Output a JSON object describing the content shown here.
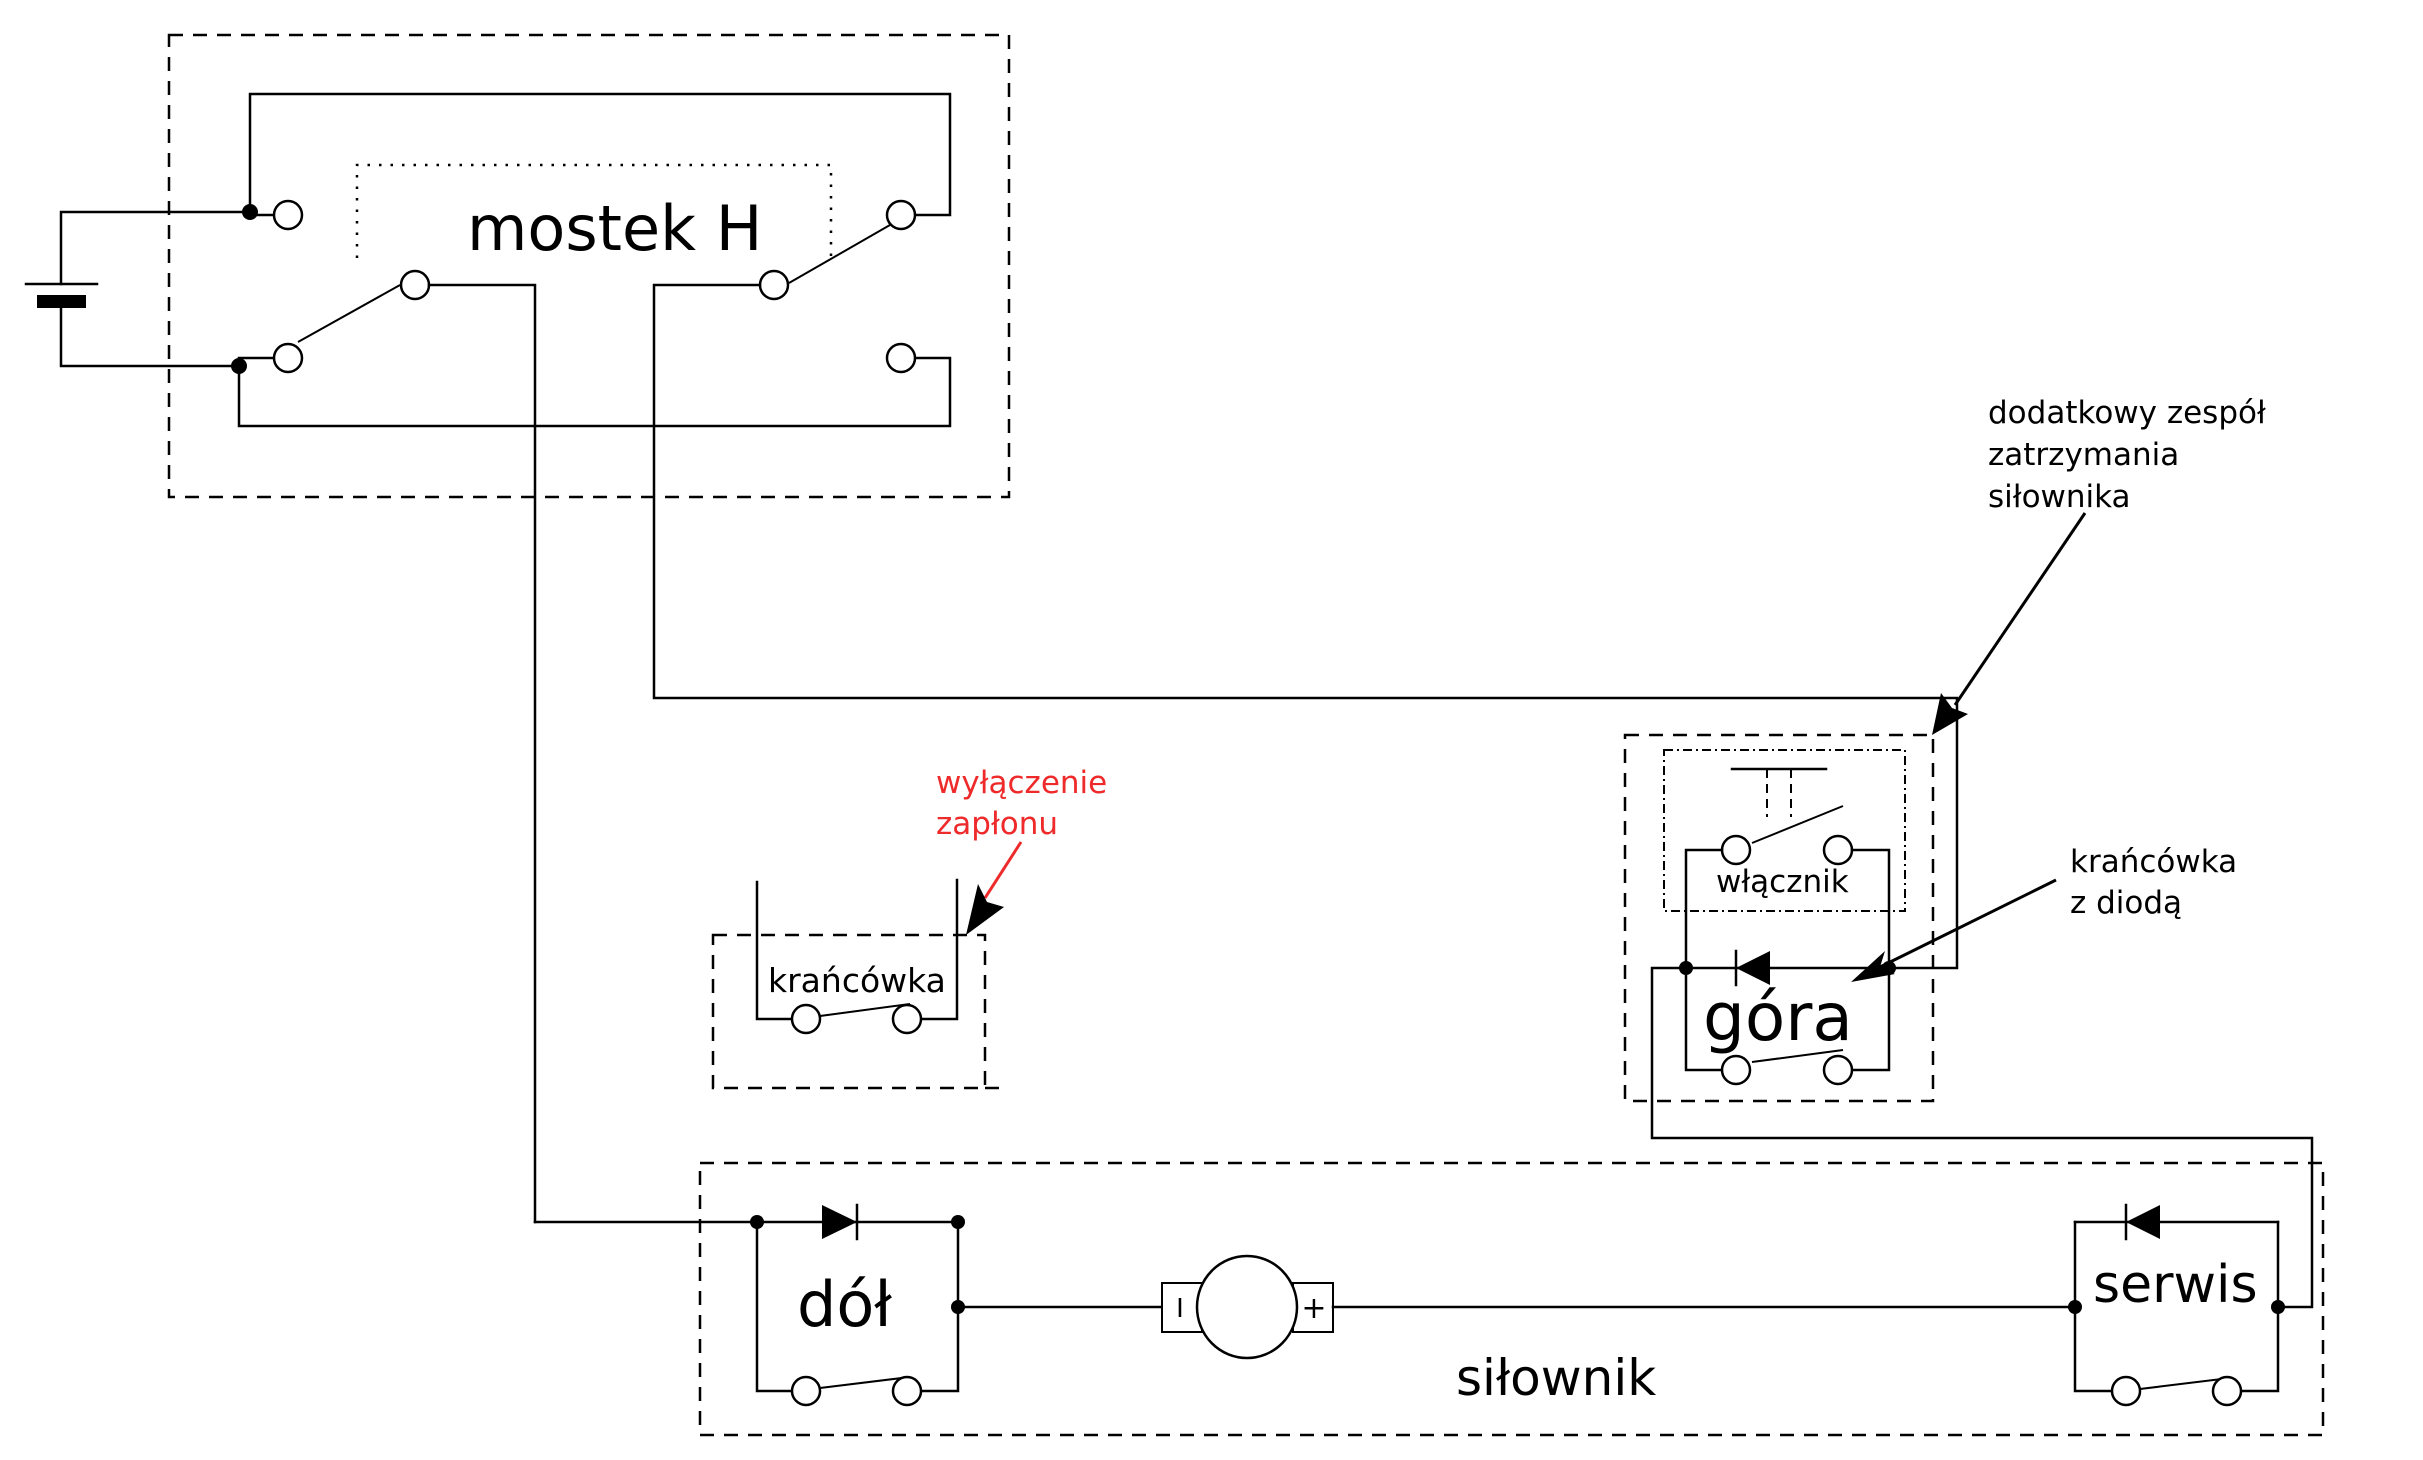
{
  "diagram": {
    "type": "electrical-schematic",
    "labels": {
      "h_bridge": "mostek H",
      "limit_switch": "krańcówka",
      "ignition_note_line1": "wyłączenie",
      "ignition_note_line2": "zapłonu",
      "extra_unit_line1": "dodatkowy zespół",
      "extra_unit_line2": "zatrzymania",
      "extra_unit_line3": "siłownika",
      "diode_switch_line1": "krańcówka",
      "diode_switch_line2": "z diodą",
      "power_switch": "włącznik",
      "up": "góra",
      "down": "dół",
      "service": "serwis",
      "actuator": "siłownik",
      "motor_minus": "I",
      "motor_plus": "+"
    },
    "colors": {
      "wire": "#000000",
      "note_red": "#ee2a2a"
    },
    "components": [
      {
        "id": "battery",
        "kind": "battery"
      },
      {
        "id": "h-bridge",
        "kind": "double-pole-switch",
        "label_key": "h_bridge"
      },
      {
        "id": "limit-switch-ignition",
        "kind": "limit-switch",
        "label_key": "limit_switch",
        "annotation": "ignition_note"
      },
      {
        "id": "extra-stop-unit",
        "kind": "group",
        "children": [
          "power-switch",
          "limit-switch-up"
        ]
      },
      {
        "id": "power-switch",
        "kind": "push-button-switch",
        "label_key": "power_switch"
      },
      {
        "id": "limit-switch-up",
        "kind": "limit-switch-with-diode",
        "label_key": "up"
      },
      {
        "id": "limit-switch-down",
        "kind": "limit-switch-with-diode",
        "label_key": "down"
      },
      {
        "id": "motor",
        "kind": "dc-motor"
      },
      {
        "id": "limit-switch-service",
        "kind": "limit-switch-with-diode",
        "label_key": "service"
      }
    ]
  }
}
